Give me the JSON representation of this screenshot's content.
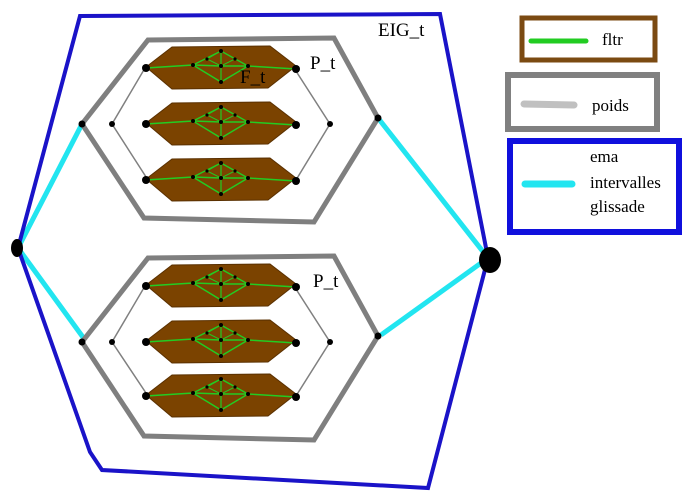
{
  "labels": {
    "outer": "EIG_t",
    "inner_top": "F_t",
    "panel_top": "P_t",
    "panel_bottom": "P_t"
  },
  "legend": [
    {
      "text": "fltr",
      "border_color": "#7b4a12",
      "swatch_color": "#22cc22"
    },
    {
      "text": "poids",
      "border_color": "#808080",
      "swatch_color": "#c0c0c0"
    },
    {
      "lines": [
        "ema",
        "intervalles",
        "glissade"
      ],
      "border_color": "#1010dd",
      "swatch_color": "#22e5f0"
    }
  ],
  "colors": {
    "outer_frame": "#1a13c8",
    "panel_frame": "#7f7f7f",
    "connector": "#22e5f0",
    "node_fill": "#7b4300",
    "node_edge": "#22cc22",
    "thin_line": "#808080"
  }
}
